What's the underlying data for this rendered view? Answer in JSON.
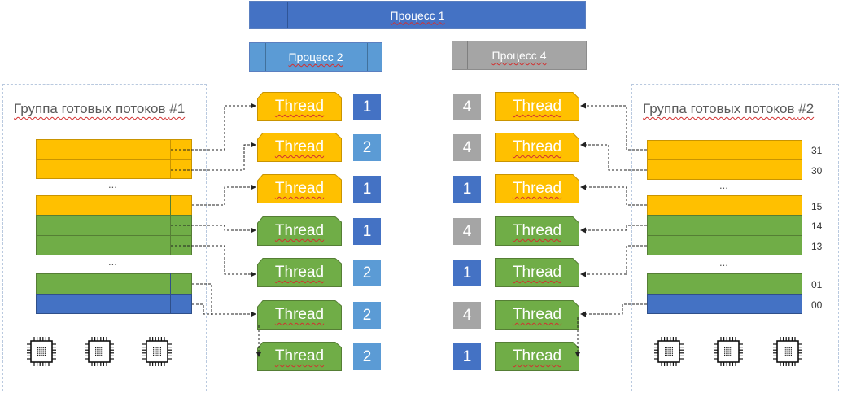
{
  "processes": [
    {
      "label": "Процесс 1",
      "color": "#4472c4"
    },
    {
      "label": "Процесс 2",
      "color": "#5b9bd5"
    },
    {
      "label": "Процесс 4",
      "color": "#a5a5a5"
    }
  ],
  "groups": {
    "left": {
      "label_text": "Группа готовых потоков",
      "label_number": "#1"
    },
    "right": {
      "label_text": "Группа готовых потоков",
      "label_number": "#2"
    }
  },
  "ellipsis": "...",
  "thread_label": "Thread",
  "left_threads": [
    {
      "color": "yellow",
      "process": "1"
    },
    {
      "color": "yellow",
      "process": "2"
    },
    {
      "color": "yellow",
      "process": "1"
    },
    {
      "color": "green",
      "process": "1"
    },
    {
      "color": "green",
      "process": "2"
    },
    {
      "color": "green",
      "process": "2"
    },
    {
      "color": "green",
      "process": "2"
    }
  ],
  "right_threads": [
    {
      "color": "yellow",
      "process": "4"
    },
    {
      "color": "yellow",
      "process": "4"
    },
    {
      "color": "yellow",
      "process": "1"
    },
    {
      "color": "green",
      "process": "4"
    },
    {
      "color": "green",
      "process": "1"
    },
    {
      "color": "green",
      "process": "4"
    },
    {
      "color": "green",
      "process": "1"
    }
  ],
  "priority_labels": [
    "31",
    "30",
    "15",
    "14",
    "13",
    "01",
    "00"
  ],
  "colors": {
    "yellow": "#ffc000",
    "green": "#70ad47",
    "blue": "#4472c4",
    "light_blue": "#5b9bd5",
    "gray": "#a5a5a5",
    "dashed_border": "#b9c9df"
  },
  "icons": [
    "cpu-chip-icon",
    "dashed-arrow-icon"
  ]
}
